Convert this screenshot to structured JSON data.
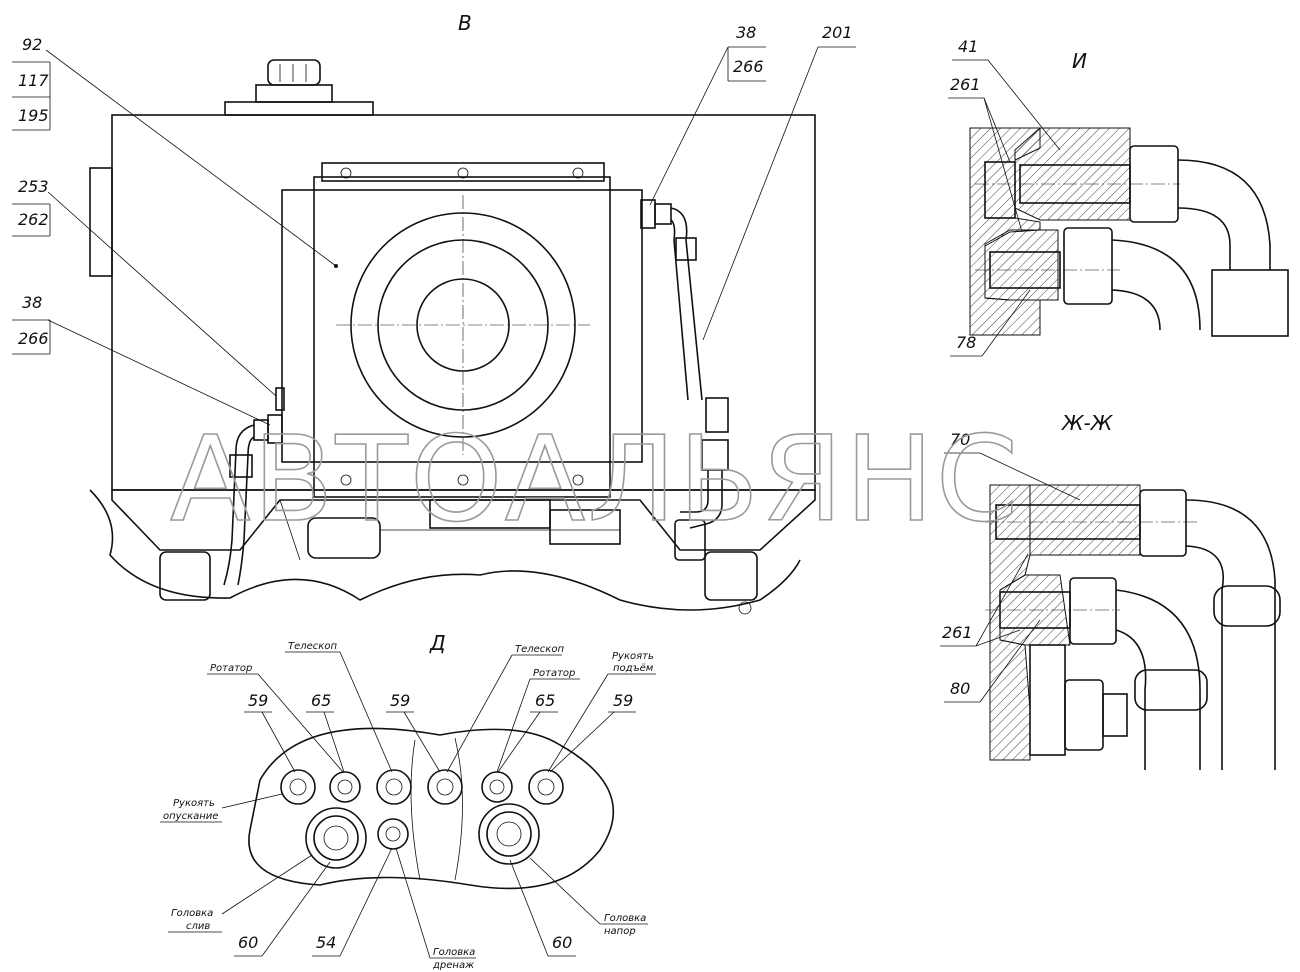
{
  "watermark": "АВТОАЛЬЯНС",
  "views": {
    "v": "В",
    "i": "И",
    "zh": "Ж-Ж",
    "d": "Д"
  },
  "callouts": {
    "c92": "92",
    "c117": "117",
    "c195": "195",
    "c253": "253",
    "c262": "262",
    "c38a": "38",
    "c266a": "266",
    "c38b": "38",
    "c266b": "266",
    "c201": "201",
    "c41": "41",
    "c261a": "261",
    "c78": "78",
    "c70": "70",
    "c261b": "261",
    "c80": "80",
    "c59a": "59",
    "c65a": "65",
    "c59b": "59",
    "c65b": "65",
    "c59c": "59",
    "c60a": "60",
    "c54": "54",
    "c60b": "60"
  },
  "labels": {
    "teleskop1": "Телескоп",
    "rotator1": "Ротатор",
    "teleskop2": "Телескоп",
    "rotator2": "Ротатор",
    "rukoyat_podyem_1": "Рукоять",
    "rukoyat_podyem_2": "подъём",
    "rukoyat_opusk_1": "Рукоять",
    "rukoyat_opusk_2": "опускание",
    "golovka_sliv_1": "Головка",
    "golovka_sliv_2": "слив",
    "golovka_drenazh_1": "Головка",
    "golovka_drenazh_2": "дренаж",
    "golovka_napor_1": "Головка",
    "golovka_napor_2": "напор"
  }
}
